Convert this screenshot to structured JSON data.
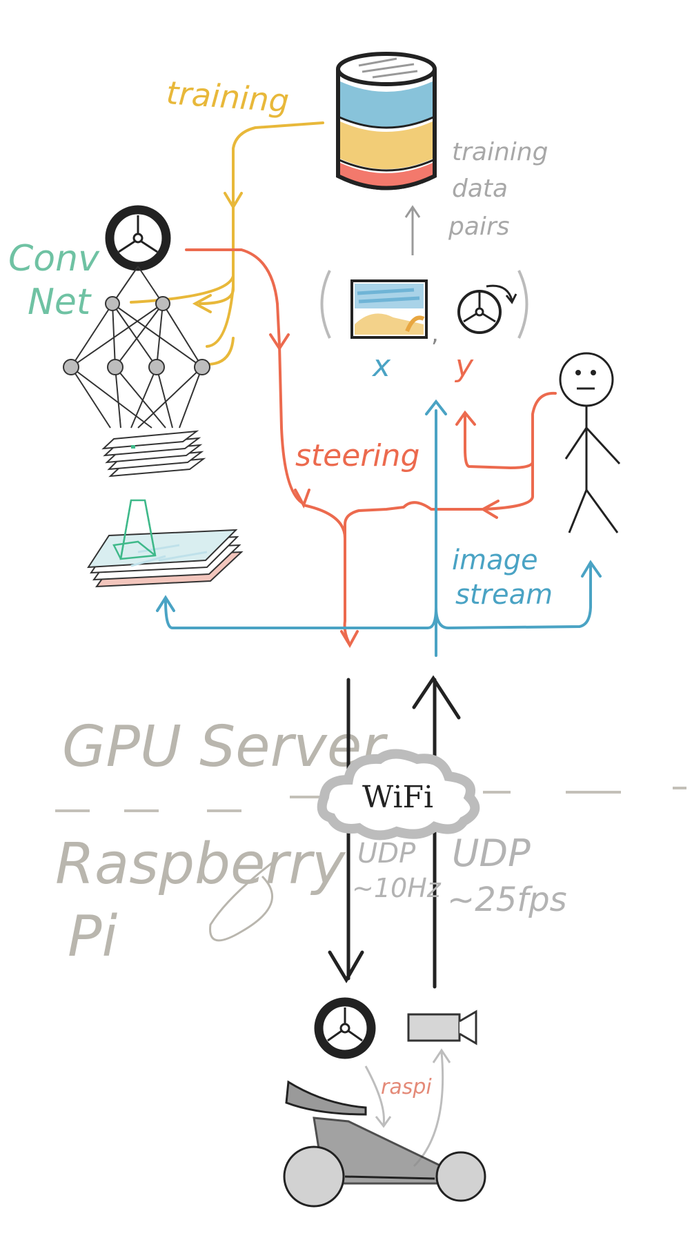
{
  "labels": {
    "training": "training",
    "training_data_pairs": [
      "training",
      "data",
      "pairs"
    ],
    "conv_net": [
      "Conv",
      "Net"
    ],
    "x": "x",
    "y": "y",
    "steering": "steering",
    "image_stream": [
      "image",
      "stream"
    ],
    "gpu_server": "GPU Server",
    "wifi": "WiFi",
    "raspberry_pi": [
      "Raspberry",
      "Pi"
    ],
    "udp_left": [
      "UDP",
      "~10Hz"
    ],
    "udp_right": [
      "UDP",
      "~25fps"
    ],
    "raspi": "raspi"
  },
  "colors": {
    "training": "#e8b83a",
    "convnet_label": "#6fc2a3",
    "steering": "#ec6a4e",
    "image_stream": "#4aa3c4",
    "server_label": "#b9b6ae",
    "ink": "#222222",
    "gray_ink": "#9a9a9a",
    "db_blue": "#7bbcd6",
    "db_yellow": "#f1c868",
    "db_red": "#f26a5c"
  },
  "icons": [
    "steering-wheel-icon",
    "database-icon",
    "neural-network-icon",
    "camera-icon",
    "person-icon",
    "car-icon",
    "cloud-icon",
    "image-frame-icon"
  ]
}
